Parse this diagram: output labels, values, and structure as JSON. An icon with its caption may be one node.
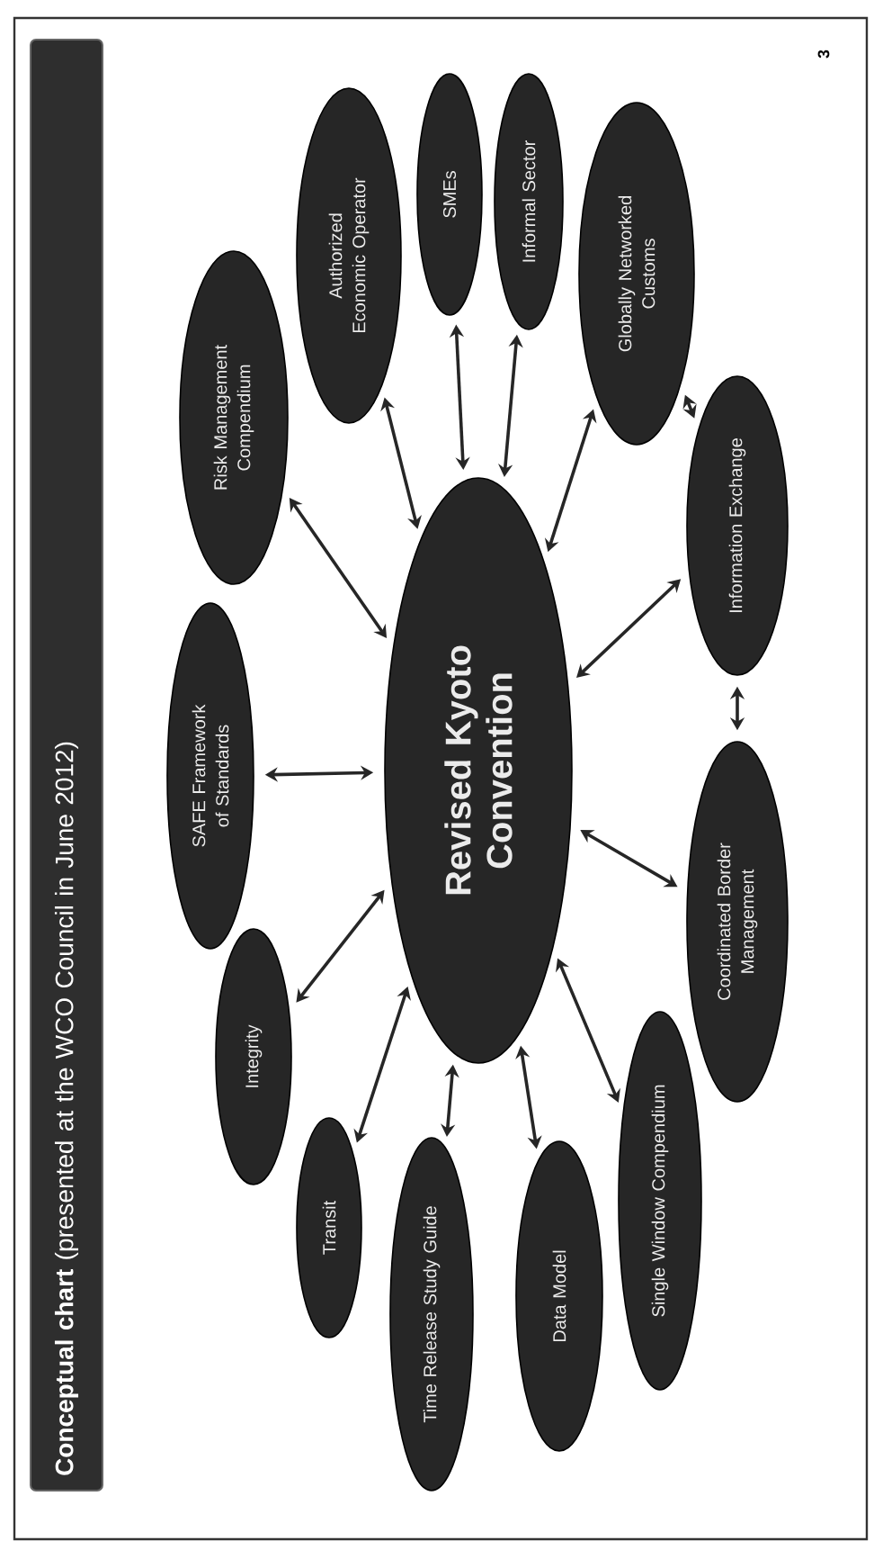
{
  "diagram": {
    "title": "**Conceptual chart** (presented at the WCO Council in June 2012)",
    "nodes": [
      {
        "text": [
          "Revised Kyoto Convention"
        ]
      },
      {
        "text": [
          "Risk Management Compendium"
        ]
      },
      {
        "text": [
          "Authorized Economic Operator"
        ]
      },
      {
        "text": [
          "SMEs"
        ]
      },
      {
        "text": [
          "Informal Sector"
        ]
      },
      {
        "text": [
          "Globally Networked Customs"
        ]
      },
      {
        "text": [
          "Information Exchange"
        ]
      },
      {
        "text": [
          "Coordinated Border Management"
        ]
      },
      {
        "text": [
          "Single Window Compendium"
        ]
      },
      {
        "text": [
          "Data Model"
        ]
      },
      {
        "text": [
          "Time Release Study Guide"
        ]
      },
      {
        "text": [
          "Transit"
        ]
      },
      {
        "text": [
          "Integrity"
        ]
      },
      {
        "text": [
          "SAFE Framework of Standards"
        ]
      }
    ],
    "edges": [
      {
        "from": 0,
        "to": 1,
        "arrow": "both"
      },
      {
        "from": 0,
        "to": 2,
        "arrow": "both"
      },
      {
        "from": 0,
        "to": 3,
        "arrow": "both"
      },
      {
        "from": 0,
        "to": 4,
        "arrow": "both"
      },
      {
        "from": 0,
        "to": 5,
        "arrow": "both"
      },
      {
        "from": 0,
        "to": 6,
        "arrow": "both"
      },
      {
        "from": 0,
        "to": 7,
        "arrow": "both"
      },
      {
        "from": 0,
        "to": 8,
        "arrow": "both"
      },
      {
        "from": 0,
        "to": 9,
        "arrow": "both"
      },
      {
        "from": 0,
        "to": 10,
        "arrow": "both"
      },
      {
        "from": 0,
        "to": 11,
        "arrow": "both"
      },
      {
        "from": 0,
        "to": 12,
        "arrow": "both"
      },
      {
        "from": 0,
        "to": 13,
        "arrow": "both"
      },
      {
        "from": 5,
        "to": 6,
        "arrow": "both"
      },
      {
        "from": 6,
        "to": 7,
        "arrow": "both"
      }
    ],
    "labels": [
      "3"
    ]
  }
}
